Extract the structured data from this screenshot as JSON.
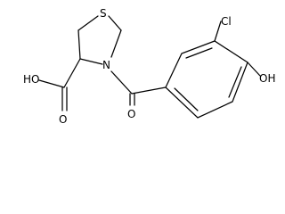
{
  "atoms": {
    "sulfur": "S",
    "nitrogen": "N",
    "chlorine": "Cl",
    "hydroxyl": "OH",
    "carboxyl_oh": "HO",
    "carboxyl_o": "O",
    "amide_o": "O"
  }
}
